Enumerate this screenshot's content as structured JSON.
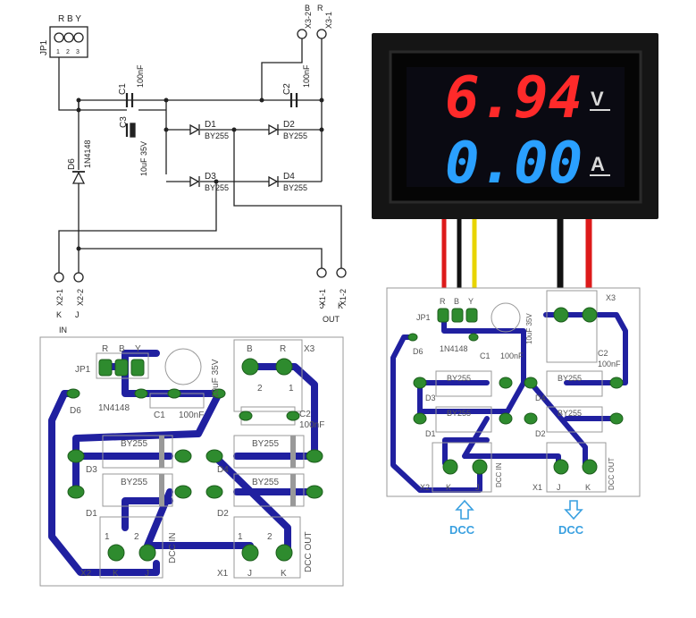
{
  "schematic": {
    "jp1": {
      "ref": "JP1",
      "pins_label": "R B Y",
      "pin_numbers": [
        "1",
        "2",
        "3"
      ]
    },
    "x3": {
      "left_pin_letter": "B",
      "right_pin_letter": "R",
      "left_ref": "X3-2",
      "right_ref": "X3-1"
    },
    "c1": {
      "ref": "C1",
      "value": "100nF"
    },
    "c2": {
      "ref": "C2",
      "value": "100nF"
    },
    "c3": {
      "ref": "C3",
      "value": "10uF 35V"
    },
    "d6": {
      "ref": "D6",
      "value": "1N4148"
    },
    "diodes": [
      {
        "ref": "D1",
        "value": "BY255"
      },
      {
        "ref": "D2",
        "value": "BY255"
      },
      {
        "ref": "D3",
        "value": "BY255"
      },
      {
        "ref": "D4",
        "value": "BY255"
      }
    ],
    "x2": {
      "ref1": "X2-1",
      "ref2": "X2-2",
      "letter1": "K",
      "letter2": "J",
      "group": "IN"
    },
    "x1": {
      "ref1": "X1-1",
      "ref2": "X1-2",
      "letter1": "J",
      "letter2": "K",
      "group": "OUT"
    }
  },
  "meter": {
    "voltage": "6.94",
    "voltage_unit": "V",
    "current": "0.00",
    "current_unit": "A",
    "colors": {
      "voltage": "#ff2a2a",
      "current": "#2aa0ff",
      "bezel": "#151515"
    }
  },
  "pcb_large": {
    "jp1": "JP1",
    "pin_letters": [
      "R",
      "B",
      "Y"
    ],
    "x3_ref": "X3",
    "x3_letters": [
      "B",
      "R"
    ],
    "x3_pins": [
      "2",
      "1"
    ],
    "c3": "10uF 35V",
    "d6": "D6",
    "d6_value": "1N4148",
    "c1": "C1",
    "c1_value": "100nF",
    "c2": "C2",
    "c2_value": "100nF",
    "diode_value": "BY255",
    "diode_refs": [
      "D3",
      "D4",
      "D1",
      "D2"
    ],
    "x2_ref": "X2",
    "x1_ref": "X1",
    "x2_pins": [
      "1",
      "2"
    ],
    "x1_pins": [
      "1",
      "2"
    ],
    "x2_letters": [
      "K",
      "J"
    ],
    "x1_letters": [
      "J",
      "K"
    ],
    "dcc_in": "DCC IN",
    "dcc_out": "DCC OUT",
    "colors": {
      "trace": "#2020a0",
      "pad": "#2e8b2e",
      "silk": "#555555"
    }
  },
  "pcb_small": {
    "x3_ref": "X3",
    "d6": "D6",
    "d6_value": "1N4148",
    "c1": "C1",
    "c1_value": "100nF",
    "c2": "C2",
    "c2_value": "100nF",
    "c3": "10uF 35V",
    "jp1": "JP1",
    "pin_letters": [
      "R",
      "B",
      "Y"
    ],
    "diode_value": "BY255",
    "diode_refs": [
      "D3",
      "D4",
      "D1",
      "D2"
    ],
    "x2_ref": "X2",
    "x1_ref": "X1",
    "x2_letters": [
      "K",
      "J"
    ],
    "x1_letters": [
      "J",
      "K"
    ],
    "dcc_in": "DCC IN",
    "dcc_out": "DCC OUT",
    "arrow_left_label": "DCC",
    "arrow_right_label": "DCC",
    "arrow_color": "#3aa0e0"
  }
}
